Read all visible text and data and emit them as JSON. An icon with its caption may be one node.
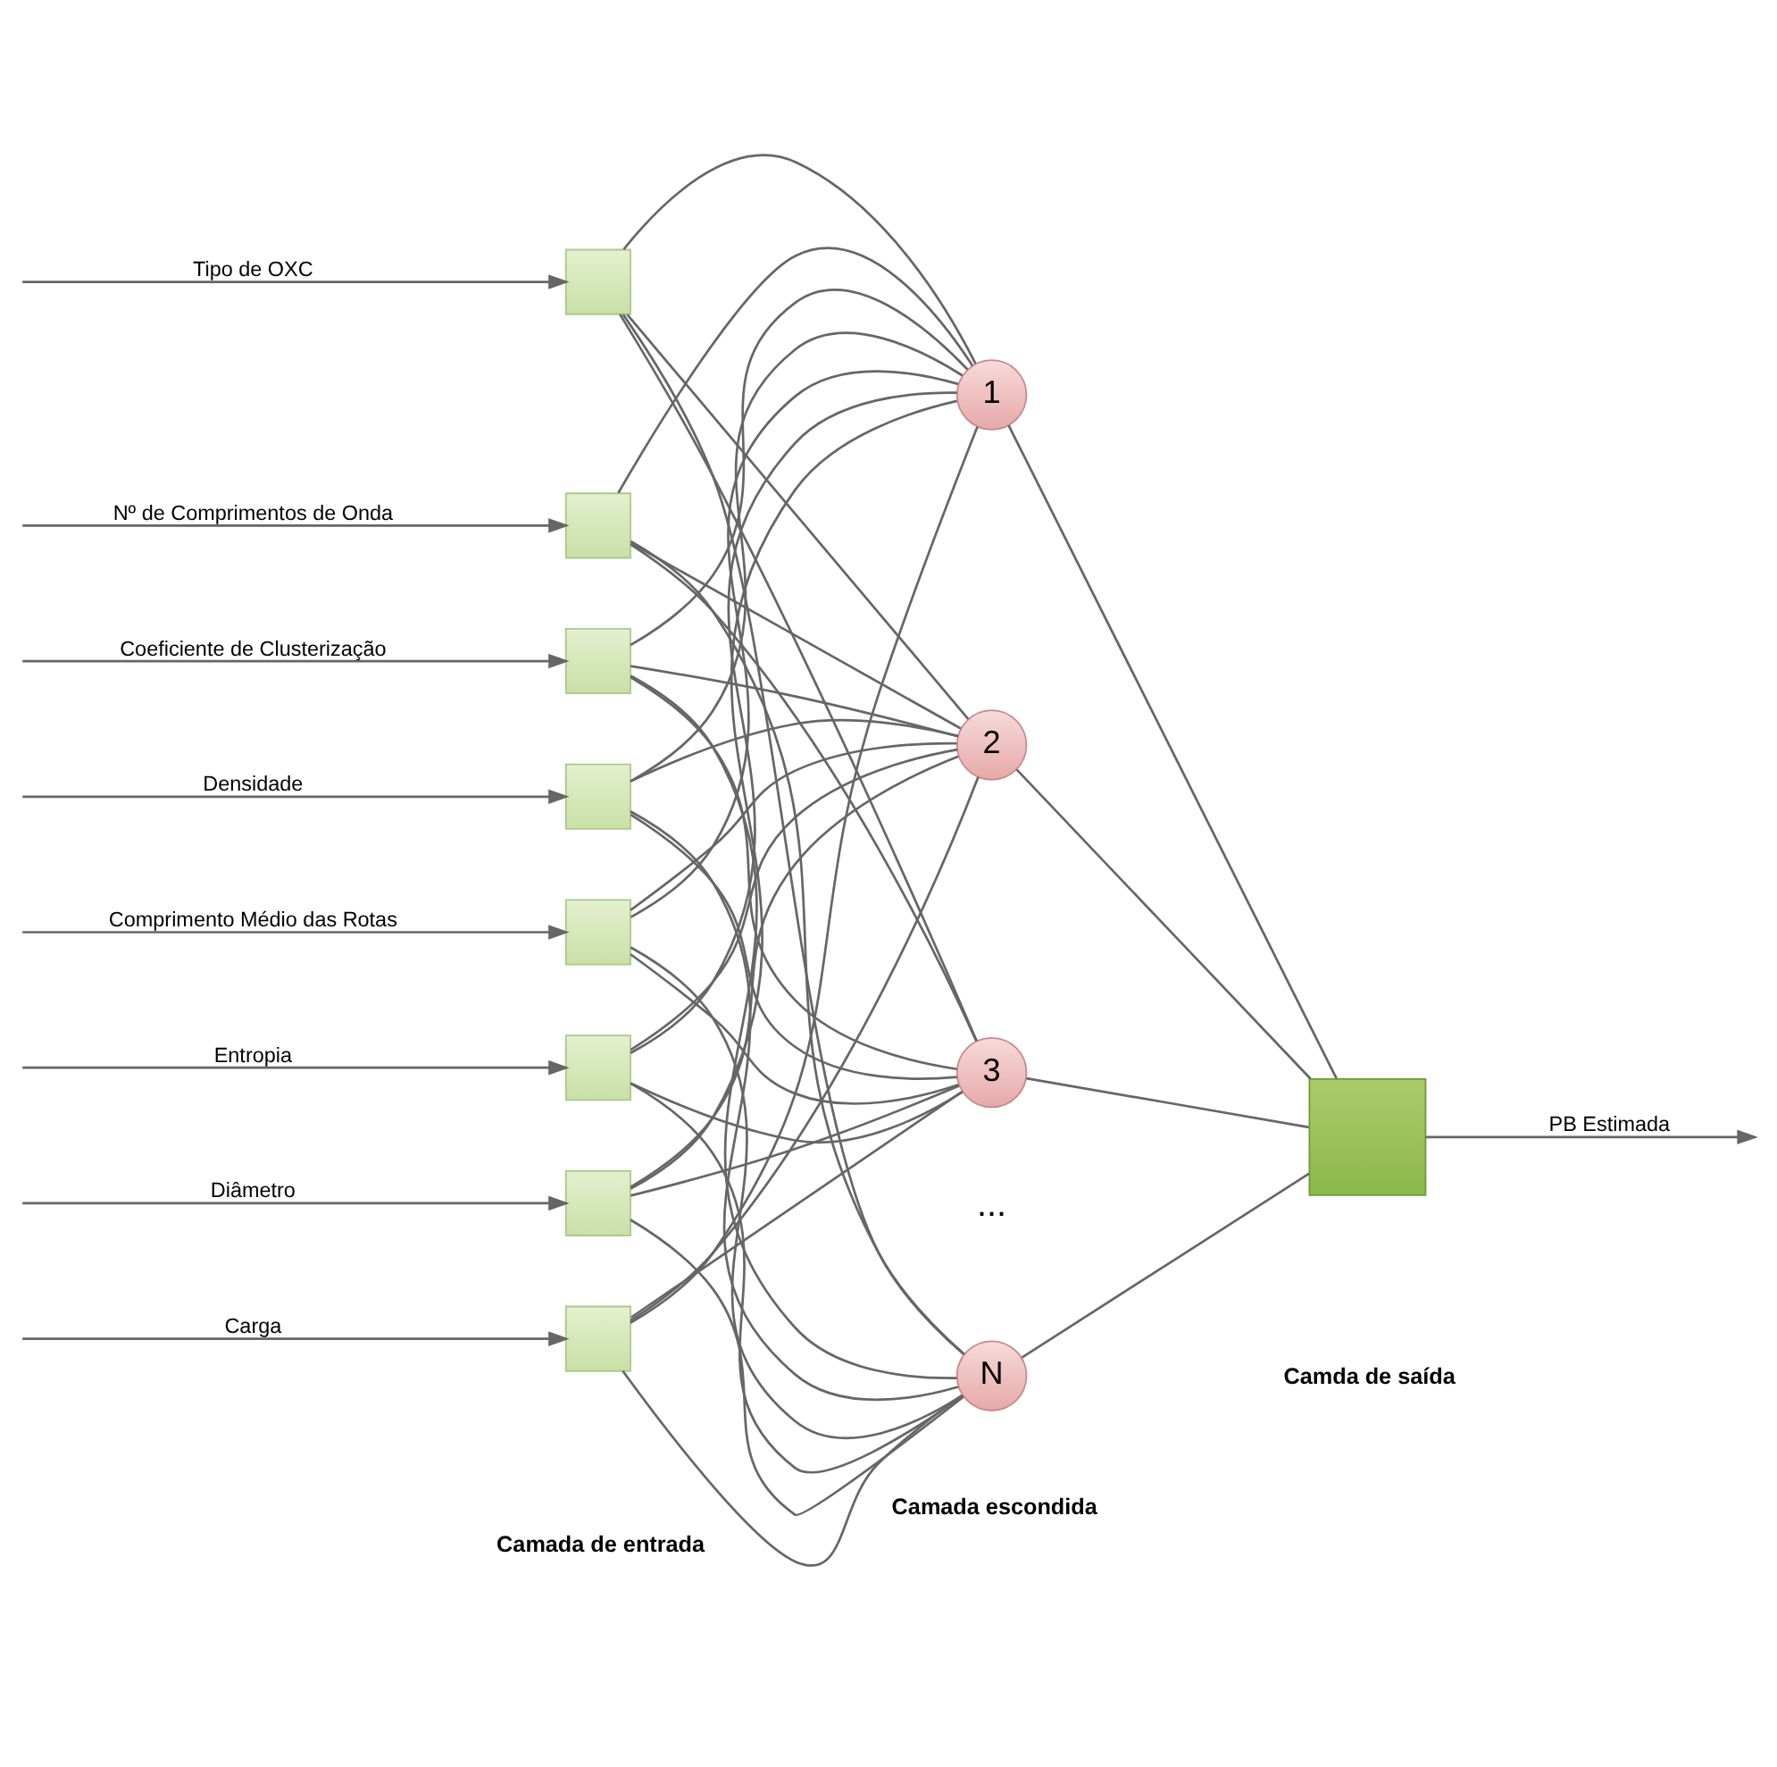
{
  "diagram": {
    "nodes": [
      {
        "text": [],
        "shape": "box"
      },
      {
        "text": [],
        "shape": "box"
      },
      {
        "text": [],
        "shape": "box"
      },
      {
        "text": [],
        "shape": "box"
      },
      {
        "text": [],
        "shape": "box"
      },
      {
        "text": [],
        "shape": "box"
      },
      {
        "text": [],
        "shape": "box"
      },
      {
        "text": [],
        "shape": "box"
      },
      {
        "text": [
          "1"
        ]
      },
      {
        "text": [
          "2"
        ]
      },
      {
        "text": [
          "3"
        ]
      },
      {
        "text": [
          "N"
        ]
      },
      {
        "text": [],
        "shape": "box"
      }
    ],
    "edges": [
      {
        "from": null,
        "to": 0,
        "arrow": "to",
        "label": "Tipo de OXC"
      },
      {
        "from": null,
        "to": 1,
        "arrow": "to",
        "label": "Nº de Comprimentos de Onda"
      },
      {
        "from": null,
        "to": 2,
        "arrow": "to",
        "label": "Coeficiente de Clusterização"
      },
      {
        "from": null,
        "to": 3,
        "arrow": "to",
        "label": "Densidade"
      },
      {
        "from": null,
        "to": 4,
        "arrow": "to",
        "label": "Comprimento Médio das Rotas"
      },
      {
        "from": null,
        "to": 5,
        "arrow": "to",
        "label": "Entropia"
      },
      {
        "from": null,
        "to": 6,
        "arrow": "to",
        "label": "Diâmetro"
      },
      {
        "from": null,
        "to": 7,
        "arrow": "to",
        "label": "Carga"
      },
      {
        "from": 0,
        "to": 8,
        "arrow": "none"
      },
      {
        "from": 0,
        "to": 9,
        "arrow": "none"
      },
      {
        "from": 0,
        "to": 10,
        "arrow": "none"
      },
      {
        "from": 0,
        "to": 11,
        "arrow": "none"
      },
      {
        "from": 1,
        "to": 8,
        "arrow": "none"
      },
      {
        "from": 1,
        "to": 9,
        "arrow": "none"
      },
      {
        "from": 1,
        "to": 10,
        "arrow": "none"
      },
      {
        "from": 1,
        "to": 11,
        "arrow": "none"
      },
      {
        "from": 2,
        "to": 8,
        "arrow": "none"
      },
      {
        "from": 2,
        "to": 9,
        "arrow": "none"
      },
      {
        "from": 2,
        "to": 10,
        "arrow": "none"
      },
      {
        "from": 2,
        "to": 11,
        "arrow": "none"
      },
      {
        "from": 3,
        "to": 8,
        "arrow": "none"
      },
      {
        "from": 3,
        "to": 9,
        "arrow": "none"
      },
      {
        "from": 3,
        "to": 10,
        "arrow": "none"
      },
      {
        "from": 3,
        "to": 11,
        "arrow": "none"
      },
      {
        "from": 4,
        "to": 8,
        "arrow": "none"
      },
      {
        "from": 4,
        "to": 9,
        "arrow": "none"
      },
      {
        "from": 4,
        "to": 10,
        "arrow": "none"
      },
      {
        "from": 4,
        "to": 11,
        "arrow": "none"
      },
      {
        "from": 5,
        "to": 8,
        "arrow": "none"
      },
      {
        "from": 5,
        "to": 9,
        "arrow": "none"
      },
      {
        "from": 5,
        "to": 10,
        "arrow": "none"
      },
      {
        "from": 5,
        "to": 11,
        "arrow": "none"
      },
      {
        "from": 6,
        "to": 8,
        "arrow": "none"
      },
      {
        "from": 6,
        "to": 9,
        "arrow": "none"
      },
      {
        "from": 6,
        "to": 10,
        "arrow": "none"
      },
      {
        "from": 6,
        "to": 11,
        "arrow": "none"
      },
      {
        "from": 7,
        "to": 8,
        "arrow": "none"
      },
      {
        "from": 7,
        "to": 9,
        "arrow": "none"
      },
      {
        "from": 7,
        "to": 10,
        "arrow": "none"
      },
      {
        "from": 7,
        "to": 11,
        "arrow": "none"
      },
      {
        "from": 8,
        "to": 12,
        "arrow": "none"
      },
      {
        "from": 9,
        "to": 12,
        "arrow": "none"
      },
      {
        "from": 10,
        "to": 12,
        "arrow": "none"
      },
      {
        "from": 11,
        "to": 12,
        "arrow": "none"
      },
      {
        "from": 12,
        "to": null,
        "arrow": "to",
        "label": "PB Estimada"
      }
    ],
    "labels": [
      "...",
      "Camada de entrada",
      "Camada escondida",
      "Camda de saída"
    ]
  }
}
